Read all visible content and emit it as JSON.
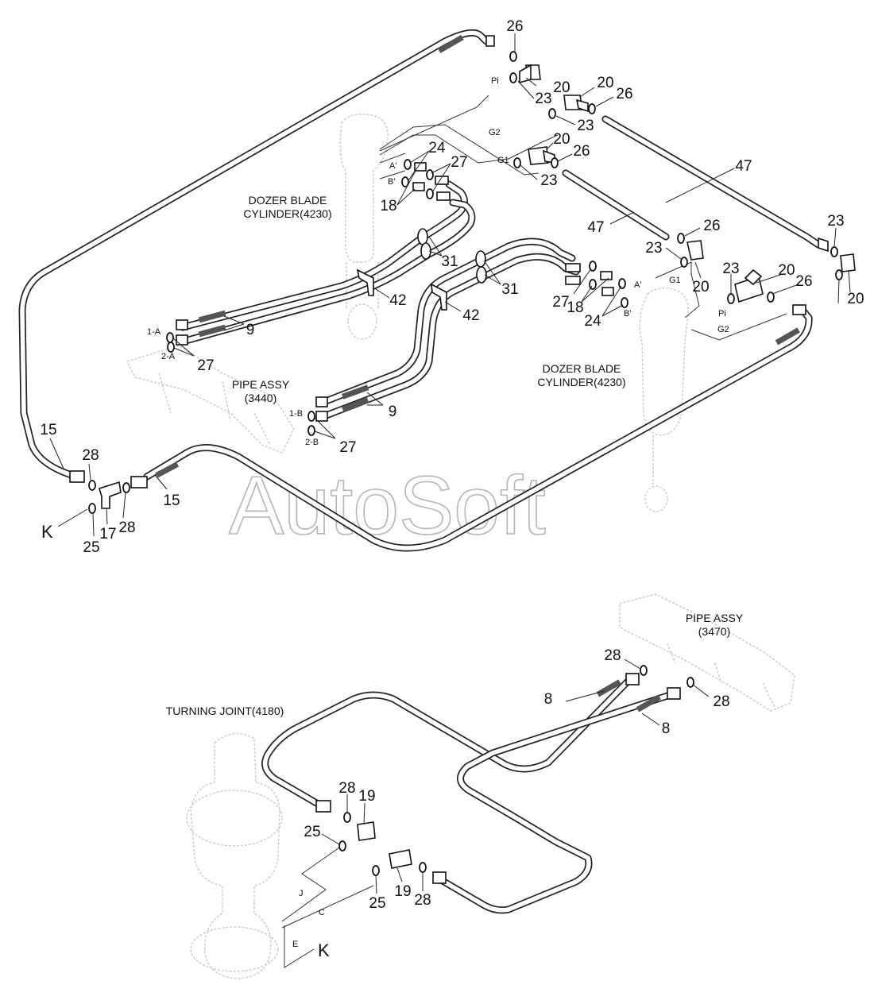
{
  "watermark": "AutoSoft",
  "components": {
    "dozer_cyl_left": [
      "DOZER BLADE",
      "CYLINDER(4230)"
    ],
    "dozer_cyl_right": [
      "DOZER BLADE",
      "CYLINDER(4230)"
    ],
    "pipe_3440": [
      "PIPE ASSY",
      "(3440)"
    ],
    "pipe_3470": [
      "PIPE ASSY",
      "(3470)"
    ],
    "turning_joint": "TURNING JOINT(4180)"
  },
  "ports": {
    "pi": "Pi",
    "g2": "G2",
    "g1": "G1",
    "a_prime": "A'",
    "b_prime": "B'",
    "one_a": "1-A",
    "two_a": "2-A",
    "one_b": "1-B",
    "two_b": "2-B",
    "j": "J",
    "c": "C",
    "e": "E",
    "k": "K"
  },
  "parts": [
    "26",
    "20",
    "23",
    "20",
    "26",
    "23",
    "20",
    "26",
    "23",
    "24",
    "27",
    "18",
    "47",
    "47",
    "26",
    "23",
    "20",
    "23",
    "20",
    "26",
    "23",
    "20",
    "31",
    "42",
    "31",
    "42",
    "27",
    "18",
    "24",
    "9",
    "27",
    "9",
    "27",
    "15",
    "28",
    "15",
    "28",
    "17",
    "25",
    "8",
    "28",
    "28",
    "8",
    "28",
    "19",
    "25",
    "25",
    "19",
    "28"
  ]
}
